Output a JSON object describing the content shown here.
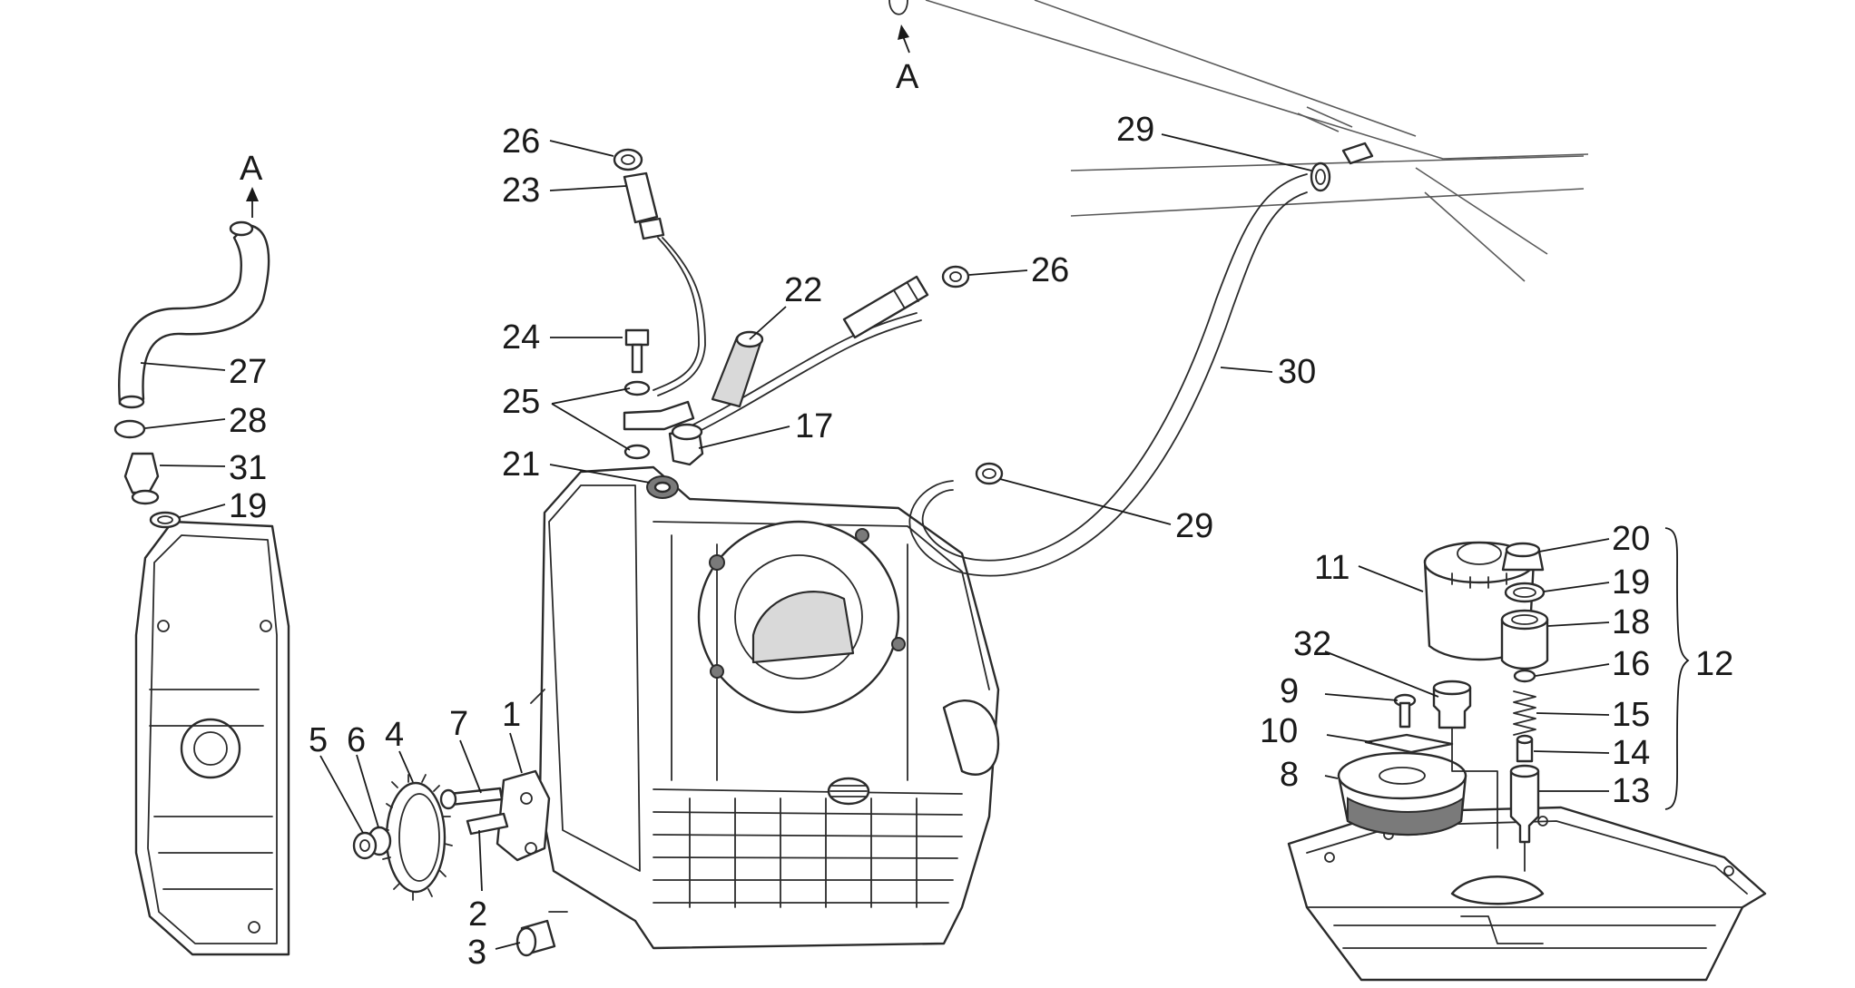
{
  "callouts": {
    "c1": "1",
    "c2": "2",
    "c3": "3",
    "c4": "4",
    "c5": "5",
    "c6": "6",
    "c7": "7",
    "c8": "8",
    "c9": "9",
    "c10": "10",
    "c11": "11",
    "c12": "12",
    "c13": "13",
    "c14": "14",
    "c15": "15",
    "c16": "16",
    "c17": "17",
    "c18": "18",
    "c19a": "19",
    "c19b": "19",
    "c20": "20",
    "c21": "21",
    "c22": "22",
    "c23": "23",
    "c24": "24",
    "c25": "25",
    "c26a": "26",
    "c26b": "26",
    "c27": "27",
    "c28": "28",
    "c29a": "29",
    "c29b": "29",
    "c30": "30",
    "c31": "31",
    "c32": "32",
    "refA1": "A",
    "refA2": "A"
  }
}
